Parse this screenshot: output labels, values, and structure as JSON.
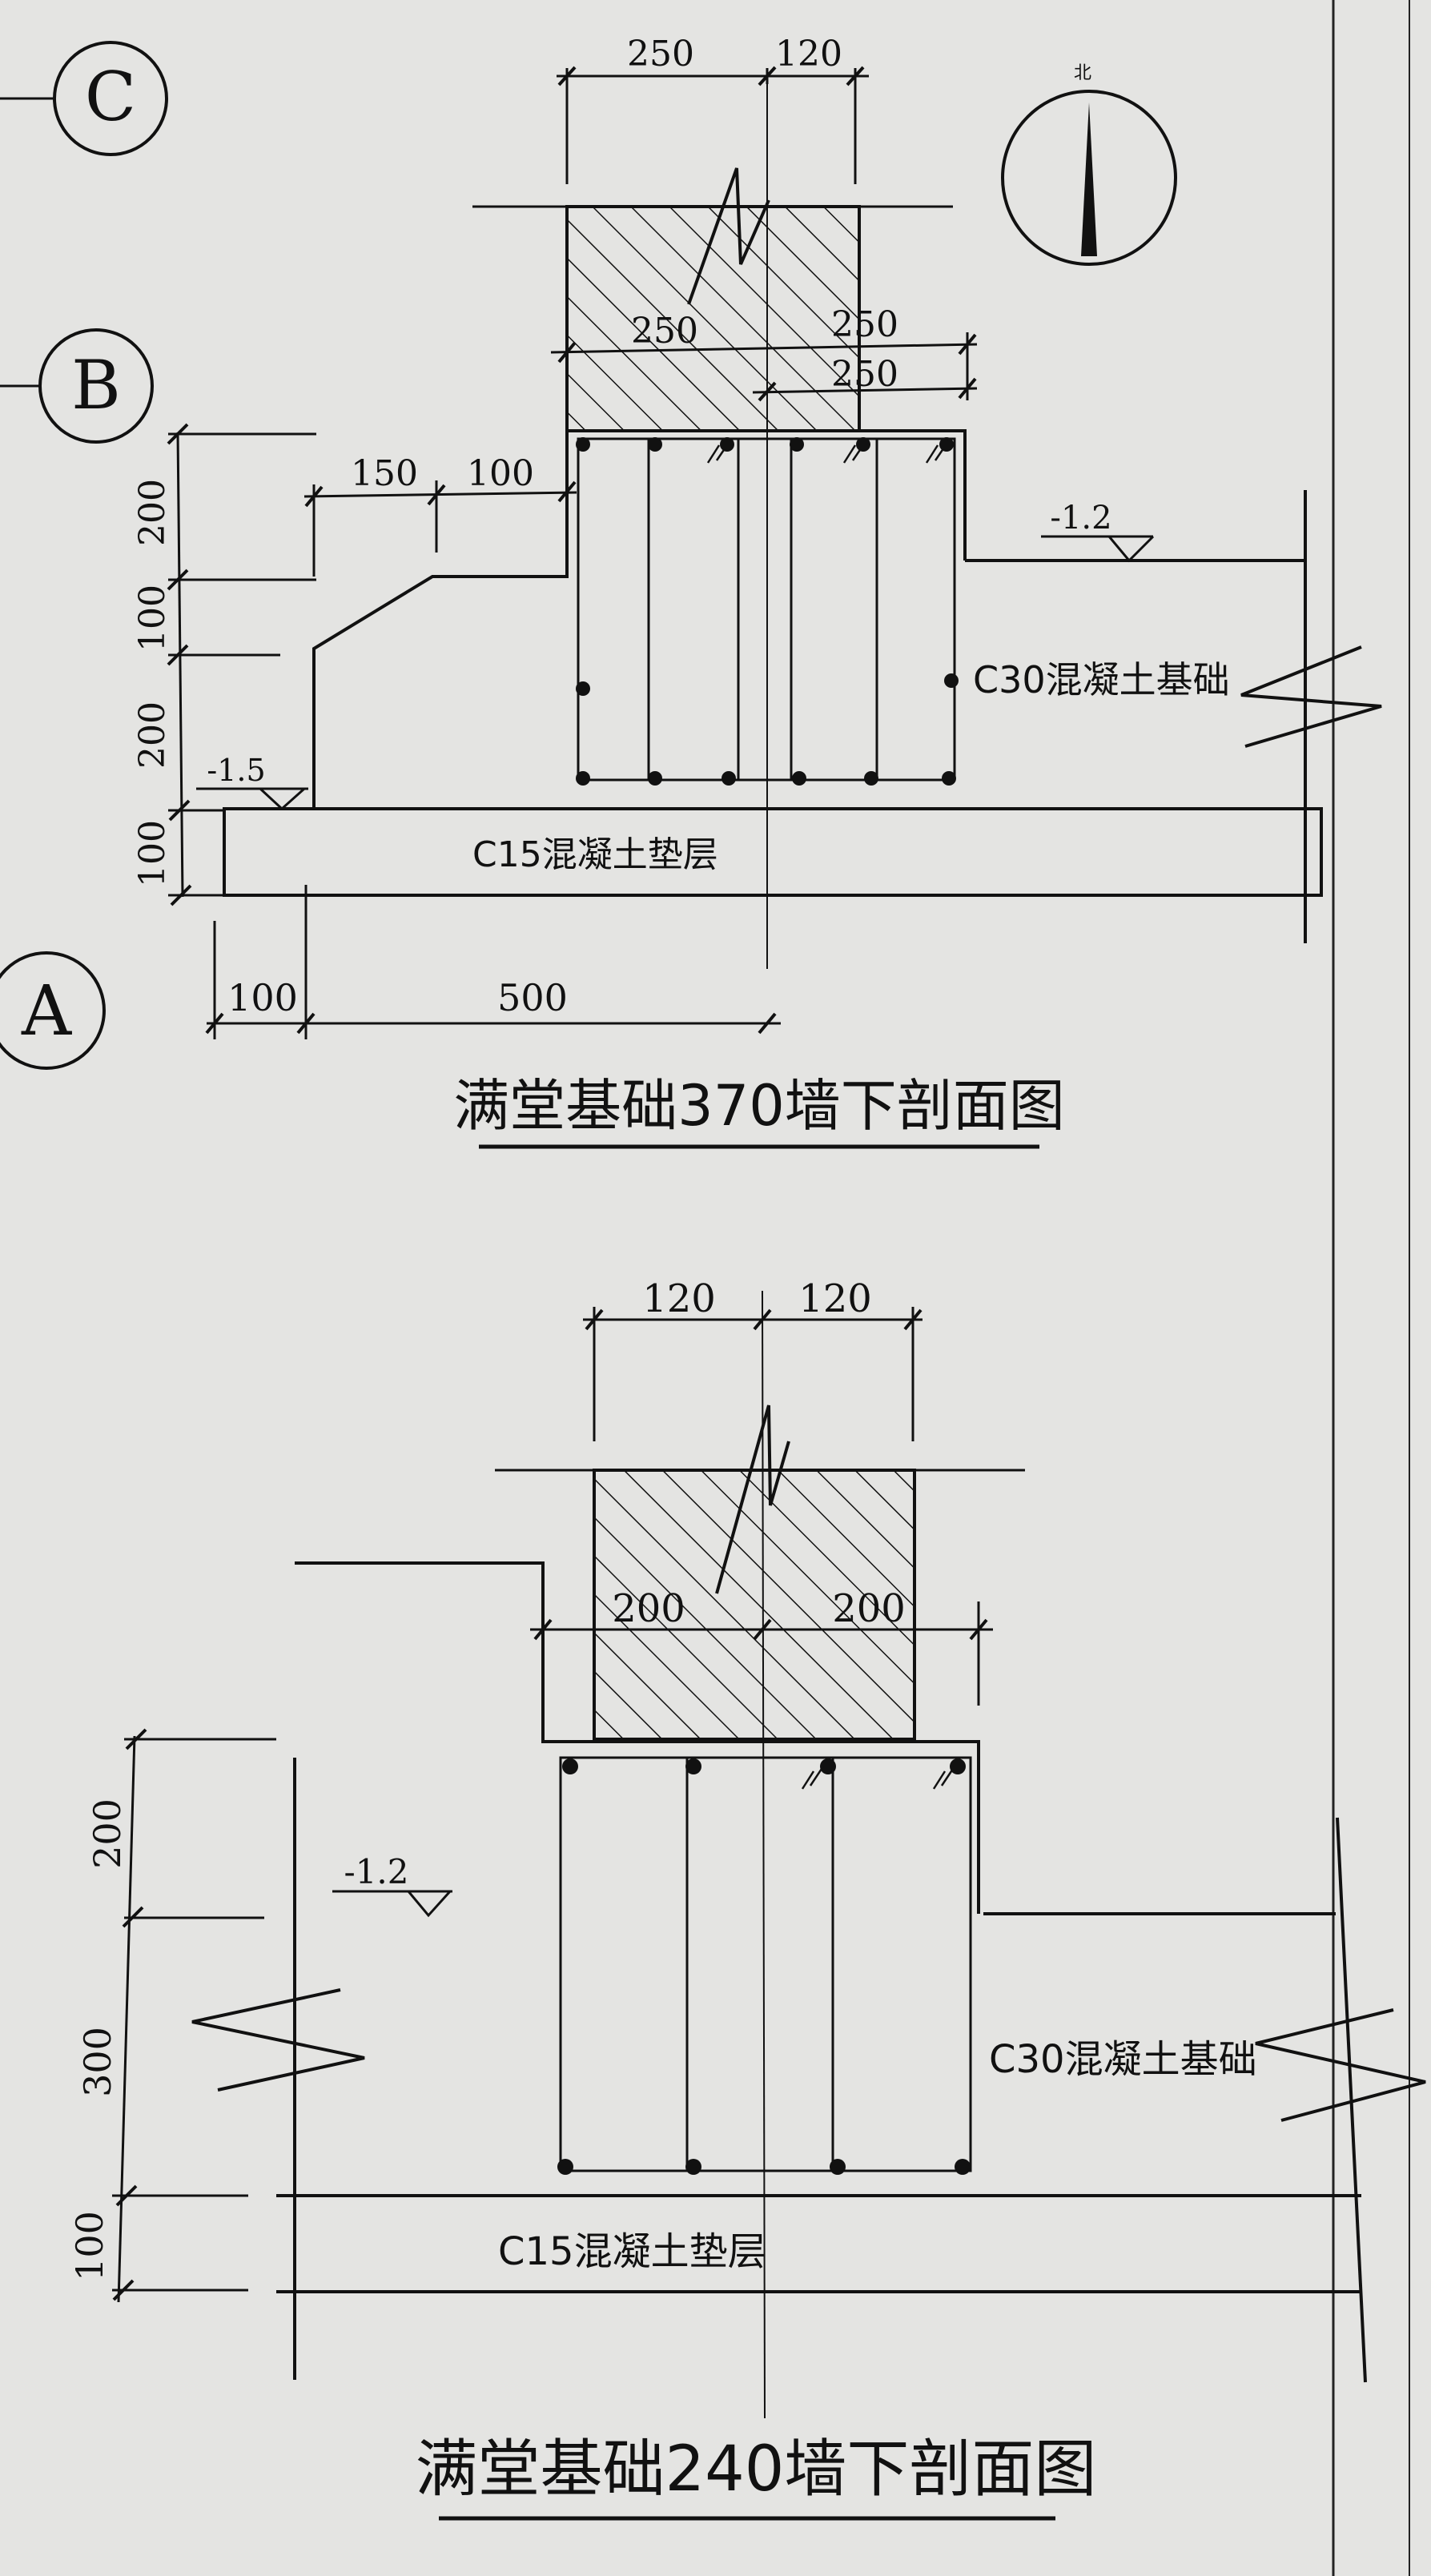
{
  "sheet": {
    "paper_color": "#e4e4e2",
    "line_color": "#111111",
    "north_label": "北"
  },
  "grid_axes": {
    "c": "C",
    "b": "B",
    "a": "A"
  },
  "section_370": {
    "title": "满堂基础370墙下剖面图",
    "dims": {
      "wall_left": "250",
      "wall_right": "120",
      "footing_left": "250",
      "footing_right_top": "250",
      "footing_right_bottom": "250",
      "step_width": "150",
      "step_offset": "100",
      "h_top": "200",
      "h_mid": "100",
      "h_low": "200",
      "h_pad": "100",
      "pad_overhang": "100",
      "pad_half": "500"
    },
    "levels": {
      "right": "-1.2",
      "left": "-1.5"
    },
    "labels": {
      "footing_material": "C30混凝土基础",
      "pad_material": "C15混凝土垫层"
    }
  },
  "section_240": {
    "title": "满堂基础240墙下剖面图",
    "dims": {
      "wall_left": "120",
      "wall_right": "120",
      "footing_left": "200",
      "footing_right": "200",
      "h_top": "200",
      "h_mid": "300",
      "h_pad": "100"
    },
    "levels": {
      "left": "-1.2"
    },
    "labels": {
      "footing_material": "C30混凝土基础",
      "pad_material": "C15混凝土垫层"
    }
  }
}
